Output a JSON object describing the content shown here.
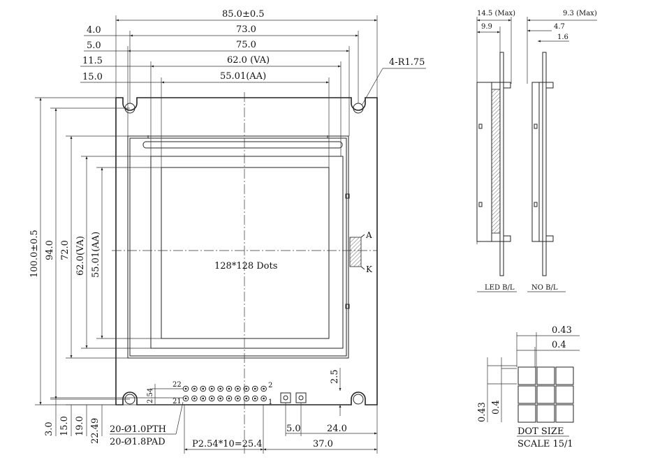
{
  "front_view": {
    "dim_width_total": "85.0±0.5",
    "dim_hole_pitch": "73.0",
    "dim_offset_hole": "4.0",
    "dim_panel_width": "75.0",
    "dim_offset_panel": "5.0",
    "dim_va_width": "62.0 (VA)",
    "dim_offset_va": "11.5",
    "dim_aa_width": "55.01(AA)",
    "dim_offset_aa": "15.0",
    "hole_radius": "4-R1.75",
    "dim_height_total": "100.0±0.5",
    "dim_height_holes": "94.0",
    "dim_height_panel": "72.0",
    "dim_va_height": "62.0(VA)",
    "dim_aa_height": "55.01(AA)",
    "dot_count": "128*128 Dots",
    "anode_label": "A",
    "cathode_label": "K",
    "dim_bottom_1": "3.0",
    "dim_bottom_2": "15.0",
    "dim_bottom_3": "19.0",
    "dim_bottom_4": "22.49",
    "dim_row_pitch": "2.54",
    "dim_vertical_right": "2.5",
    "pin_22": "22",
    "pin_21": "21",
    "pin_2": "2",
    "pin_1": "1",
    "pth_label": "20-Ø1.0PTH",
    "pad_label": "20-Ø1.8PAD",
    "pitch_label": "P2.54*10=25.4",
    "dim_5": "5.0",
    "dim_24": "24.0",
    "dim_37": "37.0"
  },
  "side_views": {
    "dim_led_max": "14.5 (Max)",
    "dim_led_inner": "9.9",
    "dim_no_max": "9.3 (Max)",
    "dim_no_47": "4.7",
    "dim_no_16": "1.6",
    "label_led": "LED  B/L",
    "label_no": "NO B/L"
  },
  "dot_detail": {
    "dim_pitch_h": "0.43",
    "dim_size_h": "0.4",
    "dim_pitch_v": "0.43",
    "dim_size_v": "0.4",
    "title": "DOT SIZE",
    "scale": "SCALE 15/1"
  }
}
